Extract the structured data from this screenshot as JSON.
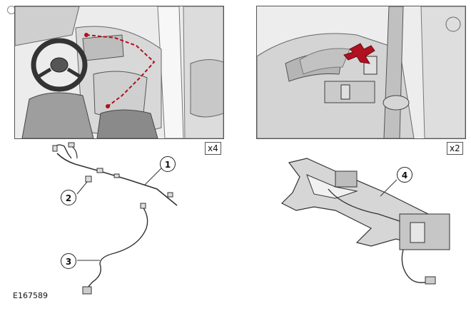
{
  "figure_id": "E167589",
  "panels": [
    {
      "name": "interior-door-panel-view",
      "quantity_label": "x4"
    },
    {
      "name": "rear-seat-belt-area-view",
      "quantity_label": "x2"
    }
  ],
  "callouts": [
    {
      "number": "1"
    },
    {
      "number": "2"
    },
    {
      "number": "3"
    },
    {
      "number": "4"
    }
  ],
  "colors": {
    "highlight": "#b01020",
    "line": "#333333",
    "panel_bg": "#e9e9e9"
  }
}
